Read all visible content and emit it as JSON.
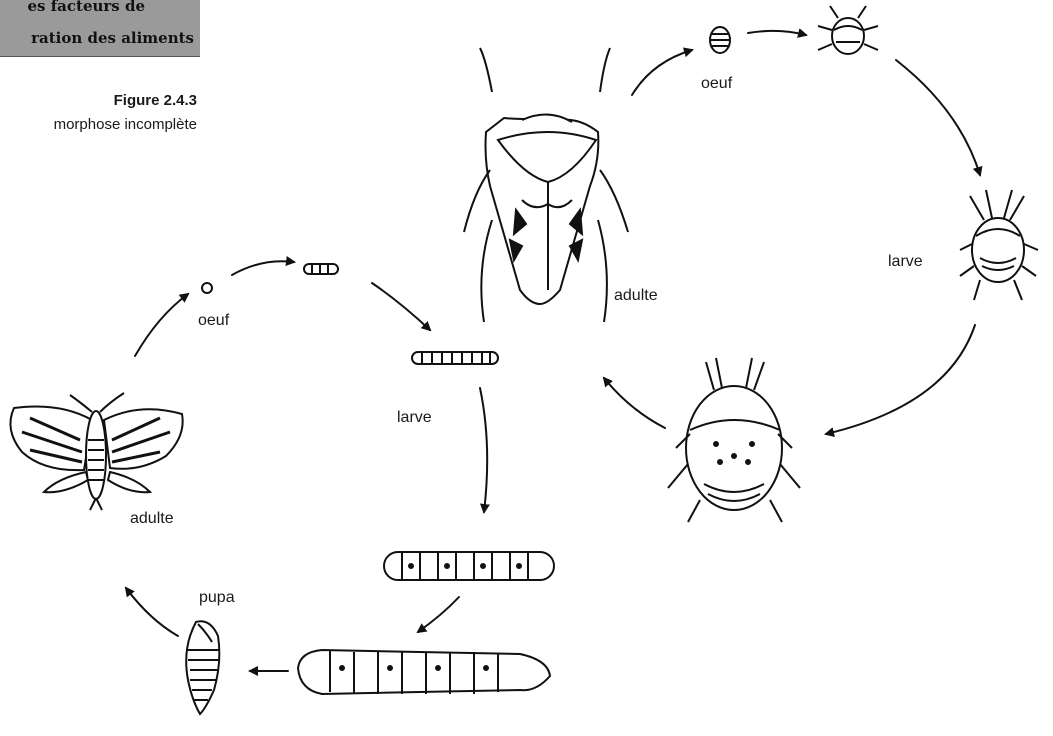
{
  "header": {
    "line1": "es facteurs de",
    "line2": "ration des aliments"
  },
  "figure": {
    "number": "Figure 2.4.3",
    "caption": "morphose incomplète"
  },
  "cycle_complete": {
    "oeuf": "oeuf",
    "larve": "larve",
    "pupa": "pupa",
    "adulte": "adulte"
  },
  "cycle_incomplete": {
    "oeuf": "oeuf",
    "larve": "larve",
    "adulte": "adulte"
  }
}
